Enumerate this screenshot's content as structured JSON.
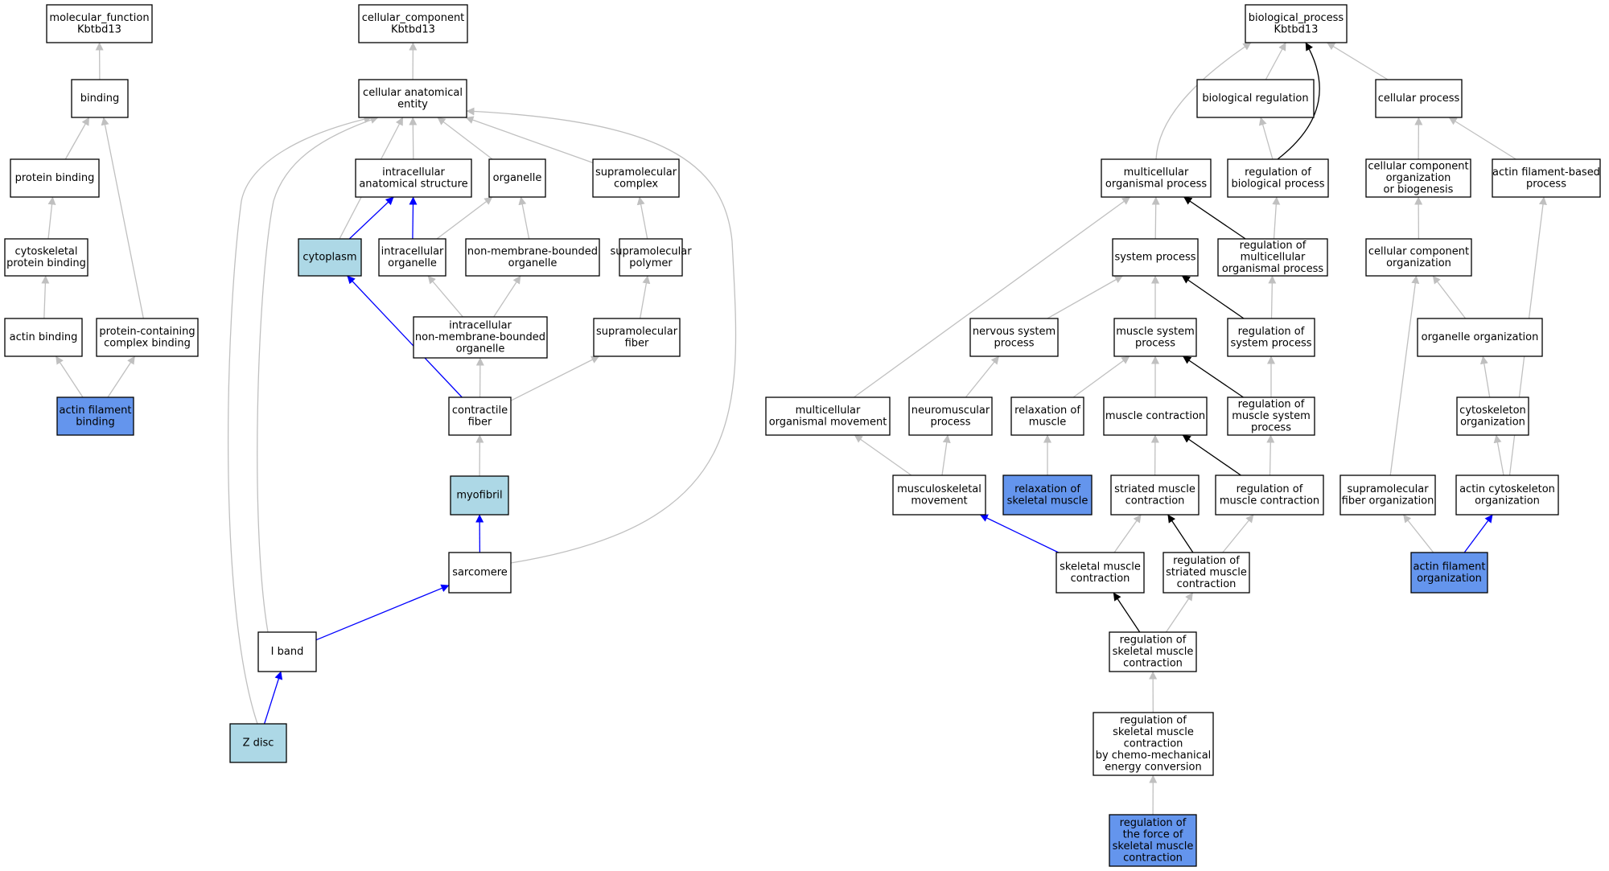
{
  "colors": {
    "node_default": "#ffffff",
    "node_lightblue": "#add8e6",
    "node_blue": "#6495ed",
    "edge_gray": "#c0c0c0",
    "edge_black": "#000000",
    "edge_blue": "#0000ff"
  },
  "nodes": {
    "mf_root": {
      "lines": [
        "molecular_function",
        "Kbtbd13"
      ],
      "fill": "default"
    },
    "binding": {
      "lines": [
        "binding"
      ],
      "fill": "default"
    },
    "protein_binding": {
      "lines": [
        "protein binding"
      ],
      "fill": "default"
    },
    "cytoskeletal_protein_binding": {
      "lines": [
        "cytoskeletal",
        "protein binding"
      ],
      "fill": "default"
    },
    "actin_binding": {
      "lines": [
        "actin binding"
      ],
      "fill": "default"
    },
    "protein_containing_complex_binding": {
      "lines": [
        "protein-containing",
        "complex binding"
      ],
      "fill": "default"
    },
    "actin_filament_binding": {
      "lines": [
        "actin filament",
        "binding"
      ],
      "fill": "blue"
    },
    "cc_root": {
      "lines": [
        "cellular_component",
        "Kbtbd13"
      ],
      "fill": "default"
    },
    "cellular_anatomical_entity": {
      "lines": [
        "cellular anatomical",
        "entity"
      ],
      "fill": "default"
    },
    "intracellular_anatomical_structure": {
      "lines": [
        "intracellular",
        "anatomical structure"
      ],
      "fill": "default"
    },
    "organelle": {
      "lines": [
        "organelle"
      ],
      "fill": "default"
    },
    "supramolecular_complex": {
      "lines": [
        "supramolecular",
        "complex"
      ],
      "fill": "default"
    },
    "cytoplasm": {
      "lines": [
        "cytoplasm"
      ],
      "fill": "lightblue"
    },
    "intracellular_organelle": {
      "lines": [
        "intracellular",
        "organelle"
      ],
      "fill": "default"
    },
    "non_membrane_bounded_organelle": {
      "lines": [
        "non-membrane-bounded",
        "organelle"
      ],
      "fill": "default"
    },
    "supramolecular_polymer": {
      "lines": [
        "supramolecular",
        "polymer"
      ],
      "fill": "default"
    },
    "intracellular_non_membrane_bounded_organelle": {
      "lines": [
        "intracellular",
        "non-membrane-bounded",
        "organelle"
      ],
      "fill": "default"
    },
    "supramolecular_fiber": {
      "lines": [
        "supramolecular",
        "fiber"
      ],
      "fill": "default"
    },
    "contractile_fiber": {
      "lines": [
        "contractile",
        "fiber"
      ],
      "fill": "default"
    },
    "myofibril": {
      "lines": [
        "myofibril"
      ],
      "fill": "lightblue"
    },
    "sarcomere": {
      "lines": [
        "sarcomere"
      ],
      "fill": "default"
    },
    "i_band": {
      "lines": [
        "I band"
      ],
      "fill": "default"
    },
    "z_disc": {
      "lines": [
        "Z disc"
      ],
      "fill": "lightblue"
    },
    "bp_root": {
      "lines": [
        "biological_process",
        "Kbtbd13"
      ],
      "fill": "default"
    },
    "biological_regulation": {
      "lines": [
        "biological regulation"
      ],
      "fill": "default"
    },
    "cellular_process": {
      "lines": [
        "cellular process"
      ],
      "fill": "default"
    },
    "multicellular_organismal_process": {
      "lines": [
        "multicellular",
        "organismal process"
      ],
      "fill": "default"
    },
    "regulation_of_biological_process": {
      "lines": [
        "regulation of",
        "biological process"
      ],
      "fill": "default"
    },
    "cellular_component_organization_or_biogenesis": {
      "lines": [
        "cellular component",
        "organization",
        "or biogenesis"
      ],
      "fill": "default"
    },
    "actin_filament_based_process": {
      "lines": [
        "actin filament-based",
        "process"
      ],
      "fill": "default"
    },
    "system_process": {
      "lines": [
        "system process"
      ],
      "fill": "default"
    },
    "regulation_of_multicellular_organismal_process": {
      "lines": [
        "regulation of",
        "multicellular",
        "organismal process"
      ],
      "fill": "default"
    },
    "cellular_component_organization": {
      "lines": [
        "cellular component",
        "organization"
      ],
      "fill": "default"
    },
    "nervous_system_process": {
      "lines": [
        "nervous system",
        "process"
      ],
      "fill": "default"
    },
    "muscle_system_process": {
      "lines": [
        "muscle system",
        "process"
      ],
      "fill": "default"
    },
    "regulation_of_system_process": {
      "lines": [
        "regulation of",
        "system process"
      ],
      "fill": "default"
    },
    "organelle_organization": {
      "lines": [
        "organelle organization"
      ],
      "fill": "default"
    },
    "multicellular_organismal_movement": {
      "lines": [
        "multicellular",
        "organismal movement"
      ],
      "fill": "default"
    },
    "neuromuscular_process": {
      "lines": [
        "neuromuscular",
        "process"
      ],
      "fill": "default"
    },
    "relaxation_of_muscle": {
      "lines": [
        "relaxation of",
        "muscle"
      ],
      "fill": "default"
    },
    "muscle_contraction": {
      "lines": [
        "muscle contraction"
      ],
      "fill": "default"
    },
    "regulation_of_muscle_system_process": {
      "lines": [
        "regulation of",
        "muscle system",
        "process"
      ],
      "fill": "default"
    },
    "cytoskeleton_organization": {
      "lines": [
        "cytoskeleton",
        "organization"
      ],
      "fill": "default"
    },
    "musculoskeletal_movement": {
      "lines": [
        "musculoskeletal",
        "movement"
      ],
      "fill": "default"
    },
    "relaxation_of_skeletal_muscle": {
      "lines": [
        "relaxation of",
        "skeletal muscle"
      ],
      "fill": "blue"
    },
    "striated_muscle_contraction": {
      "lines": [
        "striated muscle",
        "contraction"
      ],
      "fill": "default"
    },
    "regulation_of_muscle_contraction": {
      "lines": [
        "regulation of",
        "muscle contraction"
      ],
      "fill": "default"
    },
    "supramolecular_fiber_organization": {
      "lines": [
        "supramolecular",
        "fiber organization"
      ],
      "fill": "default"
    },
    "actin_cytoskeleton_organization": {
      "lines": [
        "actin cytoskeleton",
        "organization"
      ],
      "fill": "default"
    },
    "skeletal_muscle_contraction": {
      "lines": [
        "skeletal muscle",
        "contraction"
      ],
      "fill": "default"
    },
    "regulation_of_striated_muscle_contraction": {
      "lines": [
        "regulation of",
        "striated muscle",
        "contraction"
      ],
      "fill": "default"
    },
    "actin_filament_organization": {
      "lines": [
        "actin filament",
        "organization"
      ],
      "fill": "blue"
    },
    "regulation_of_skeletal_muscle_contraction": {
      "lines": [
        "regulation of",
        "skeletal muscle",
        "contraction"
      ],
      "fill": "default"
    },
    "regulation_of_skeletal_muscle_contraction_chemo": {
      "lines": [
        "regulation of",
        "skeletal muscle",
        "contraction",
        "by chemo-mechanical",
        "energy conversion"
      ],
      "fill": "default"
    },
    "regulation_of_force_of_skeletal_muscle_contraction": {
      "lines": [
        "regulation of",
        "the force of",
        "skeletal muscle",
        "contraction"
      ],
      "fill": "blue"
    }
  },
  "edges": [
    {
      "from": "binding",
      "to": "mf_root",
      "color": "gray"
    },
    {
      "from": "protein_binding",
      "to": "binding",
      "color": "gray"
    },
    {
      "from": "cytoskeletal_protein_binding",
      "to": "protein_binding",
      "color": "gray"
    },
    {
      "from": "actin_binding",
      "to": "cytoskeletal_protein_binding",
      "color": "gray"
    },
    {
      "from": "protein_containing_complex_binding",
      "to": "binding",
      "color": "gray"
    },
    {
      "from": "actin_filament_binding",
      "to": "actin_binding",
      "color": "gray"
    },
    {
      "from": "actin_filament_binding",
      "to": "protein_containing_complex_binding",
      "color": "gray"
    },
    {
      "from": "cellular_anatomical_entity",
      "to": "cc_root",
      "color": "gray"
    },
    {
      "from": "intracellular_anatomical_structure",
      "to": "cellular_anatomical_entity",
      "color": "gray"
    },
    {
      "from": "organelle",
      "to": "cellular_anatomical_entity",
      "color": "gray"
    },
    {
      "from": "supramolecular_complex",
      "to": "cellular_anatomical_entity",
      "color": "gray"
    },
    {
      "from": "cytoplasm",
      "to": "cellular_anatomical_entity",
      "color": "gray"
    },
    {
      "from": "cytoplasm",
      "to": "intracellular_anatomical_structure",
      "color": "blue"
    },
    {
      "from": "intracellular_organelle",
      "to": "intracellular_anatomical_structure",
      "color": "blue"
    },
    {
      "from": "intracellular_organelle",
      "to": "organelle",
      "color": "gray"
    },
    {
      "from": "non_membrane_bounded_organelle",
      "to": "organelle",
      "color": "gray"
    },
    {
      "from": "supramolecular_polymer",
      "to": "supramolecular_complex",
      "color": "gray"
    },
    {
      "from": "intracellular_non_membrane_bounded_organelle",
      "to": "intracellular_organelle",
      "color": "gray"
    },
    {
      "from": "intracellular_non_membrane_bounded_organelle",
      "to": "non_membrane_bounded_organelle",
      "color": "gray"
    },
    {
      "from": "supramolecular_fiber",
      "to": "supramolecular_polymer",
      "color": "gray"
    },
    {
      "from": "contractile_fiber",
      "to": "cytoplasm",
      "color": "blue"
    },
    {
      "from": "contractile_fiber",
      "to": "intracellular_non_membrane_bounded_organelle",
      "color": "gray"
    },
    {
      "from": "contractile_fiber",
      "to": "supramolecular_fiber",
      "color": "gray"
    },
    {
      "from": "myofibril",
      "to": "contractile_fiber",
      "color": "gray"
    },
    {
      "from": "sarcomere",
      "to": "myofibril",
      "color": "blue"
    },
    {
      "from": "sarcomere",
      "to": "cellular_anatomical_entity",
      "color": "gray",
      "route": "sarcomere_arc"
    },
    {
      "from": "i_band",
      "to": "sarcomere",
      "color": "blue"
    },
    {
      "from": "i_band",
      "to": "cellular_anatomical_entity",
      "color": "gray",
      "route": "iband_arc"
    },
    {
      "from": "z_disc",
      "to": "i_band",
      "color": "blue"
    },
    {
      "from": "z_disc",
      "to": "cellular_anatomical_entity",
      "color": "gray",
      "route": "zdisc_arc"
    },
    {
      "from": "biological_regulation",
      "to": "bp_root",
      "color": "gray"
    },
    {
      "from": "cellular_process",
      "to": "bp_root",
      "color": "gray"
    },
    {
      "from": "multicellular_organismal_process",
      "to": "bp_root",
      "color": "gray",
      "route": "mop_arc"
    },
    {
      "from": "regulation_of_biological_process",
      "to": "biological_regulation",
      "color": "gray"
    },
    {
      "from": "regulation_of_biological_process",
      "to": "bp_root",
      "color": "black",
      "route": "rbp_arc"
    },
    {
      "from": "cellular_component_organization_or_biogenesis",
      "to": "cellular_process",
      "color": "gray"
    },
    {
      "from": "actin_filament_based_process",
      "to": "cellular_process",
      "color": "gray"
    },
    {
      "from": "system_process",
      "to": "multicellular_organismal_process",
      "color": "gray"
    },
    {
      "from": "regulation_of_multicellular_organismal_process",
      "to": "multicellular_organismal_process",
      "color": "black"
    },
    {
      "from": "regulation_of_multicellular_organismal_process",
      "to": "regulation_of_biological_process",
      "color": "gray"
    },
    {
      "from": "cellular_component_organization",
      "to": "cellular_component_organization_or_biogenesis",
      "color": "gray"
    },
    {
      "from": "nervous_system_process",
      "to": "system_process",
      "color": "gray"
    },
    {
      "from": "muscle_system_process",
      "to": "system_process",
      "color": "gray"
    },
    {
      "from": "regulation_of_system_process",
      "to": "system_process",
      "color": "black"
    },
    {
      "from": "regulation_of_system_process",
      "to": "regulation_of_multicellular_organismal_process",
      "color": "gray"
    },
    {
      "from": "organelle_organization",
      "to": "cellular_component_organization",
      "color": "gray"
    },
    {
      "from": "multicellular_organismal_movement",
      "to": "multicellular_organismal_process",
      "color": "gray"
    },
    {
      "from": "neuromuscular_process",
      "to": "nervous_system_process",
      "color": "gray"
    },
    {
      "from": "relaxation_of_muscle",
      "to": "muscle_system_process",
      "color": "gray"
    },
    {
      "from": "muscle_contraction",
      "to": "muscle_system_process",
      "color": "gray"
    },
    {
      "from": "regulation_of_muscle_system_process",
      "to": "muscle_system_process",
      "color": "black"
    },
    {
      "from": "regulation_of_muscle_system_process",
      "to": "regulation_of_system_process",
      "color": "gray"
    },
    {
      "from": "cytoskeleton_organization",
      "to": "organelle_organization",
      "color": "gray"
    },
    {
      "from": "musculoskeletal_movement",
      "to": "multicellular_organismal_movement",
      "color": "gray"
    },
    {
      "from": "musculoskeletal_movement",
      "to": "neuromuscular_process",
      "color": "gray"
    },
    {
      "from": "relaxation_of_skeletal_muscle",
      "to": "relaxation_of_muscle",
      "color": "gray"
    },
    {
      "from": "striated_muscle_contraction",
      "to": "muscle_contraction",
      "color": "gray"
    },
    {
      "from": "regulation_of_muscle_contraction",
      "to": "muscle_contraction",
      "color": "black"
    },
    {
      "from": "regulation_of_muscle_contraction",
      "to": "regulation_of_muscle_system_process",
      "color": "gray"
    },
    {
      "from": "supramolecular_fiber_organization",
      "to": "cellular_component_organization",
      "color": "gray"
    },
    {
      "from": "actin_cytoskeleton_organization",
      "to": "cytoskeleton_organization",
      "color": "gray"
    },
    {
      "from": "actin_cytoskeleton_organization",
      "to": "actin_filament_based_process",
      "color": "gray"
    },
    {
      "from": "skeletal_muscle_contraction",
      "to": "musculoskeletal_movement",
      "color": "blue"
    },
    {
      "from": "skeletal_muscle_contraction",
      "to": "striated_muscle_contraction",
      "color": "gray"
    },
    {
      "from": "regulation_of_striated_muscle_contraction",
      "to": "striated_muscle_contraction",
      "color": "black"
    },
    {
      "from": "regulation_of_striated_muscle_contraction",
      "to": "regulation_of_muscle_contraction",
      "color": "gray"
    },
    {
      "from": "actin_filament_organization",
      "to": "supramolecular_fiber_organization",
      "color": "gray"
    },
    {
      "from": "actin_filament_organization",
      "to": "actin_cytoskeleton_organization",
      "color": "blue"
    },
    {
      "from": "regulation_of_skeletal_muscle_contraction",
      "to": "skeletal_muscle_contraction",
      "color": "black"
    },
    {
      "from": "regulation_of_skeletal_muscle_contraction",
      "to": "regulation_of_striated_muscle_contraction",
      "color": "gray"
    },
    {
      "from": "regulation_of_skeletal_muscle_contraction_chemo",
      "to": "regulation_of_skeletal_muscle_contraction",
      "color": "gray"
    },
    {
      "from": "regulation_of_force_of_skeletal_muscle_contraction",
      "to": "regulation_of_skeletal_muscle_contraction_chemo",
      "color": "gray"
    }
  ]
}
